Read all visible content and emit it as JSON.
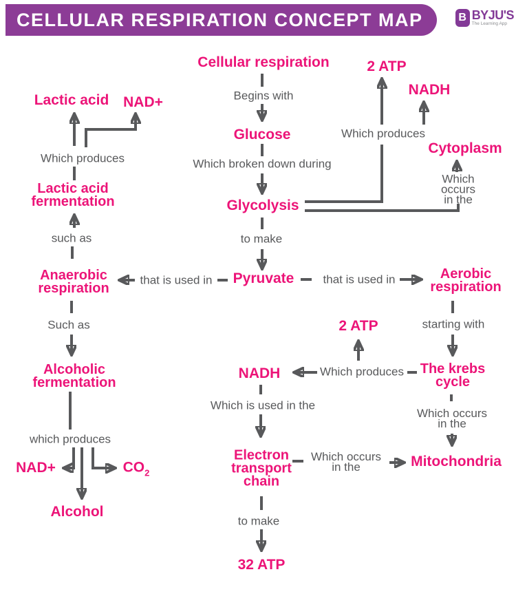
{
  "header": {
    "title": "CELLULAR RESPIRATION CONCEPT MAP",
    "logo_letter": "B",
    "logo_name": "BYJU'S",
    "logo_tagline": "The Learning App"
  },
  "colors": {
    "purple": "#8C3C96",
    "logo_purple": "#833A97",
    "pink": "#EC1478",
    "gray": "#58595B",
    "tagline_gray": "#8A8C8F"
  },
  "nodes": {
    "cellular_respiration": "Cellular respiration",
    "glucose": "Glucose",
    "glycolysis": "Glycolysis",
    "pyruvate": "Pyruvate",
    "atp2_top": "2 ATP",
    "nadh_top": "NADH",
    "cytoplasm": "Cytoplasm",
    "lactic_acid": "Lactic acid",
    "nad_plus_top": "NAD+",
    "lactic_acid_fermentation": "Lactic acid fermentation",
    "anaerobic_respiration": "Anaerobic respiration",
    "alcoholic_fermentation": "Alcoholic fermentation",
    "nad_plus_bottom": "NAD+",
    "co2_base": "CO",
    "co2_subscript": "2",
    "alcohol": "Alcohol",
    "aerobic_respiration": "Aerobic respiration",
    "krebs_cycle": "The krebs cycle",
    "atp2_mid": "2 ATP",
    "nadh_mid": "NADH",
    "electron_transport_chain": "Electron transport chain",
    "mitochondria": "Mitochondria",
    "atp32": "32 ATP"
  },
  "edge_labels": {
    "begins_with": "Begins with",
    "which_broken_down": "Which broken down during",
    "to_make_top": "to make",
    "which_produces_top_right": "Which produces",
    "which_occurs_cytoplasm": "Which occurs in the",
    "which_produces_top_left": "Which produces",
    "such_as_to_lactic": "such as",
    "that_is_used_in_left": "that is used in",
    "that_is_used_in_right": "that is used in",
    "such_as_to_alcoholic": "Such as",
    "which_produces_bottom_left": "which produces",
    "starting_with": "starting with",
    "which_produces_krebs": "Which produces",
    "which_is_used_in_the": "Which is used in the",
    "which_occurs_krebs": "Which occurs in the",
    "which_occurs_etc": "Which occurs in the",
    "to_make_bottom": "to make"
  }
}
